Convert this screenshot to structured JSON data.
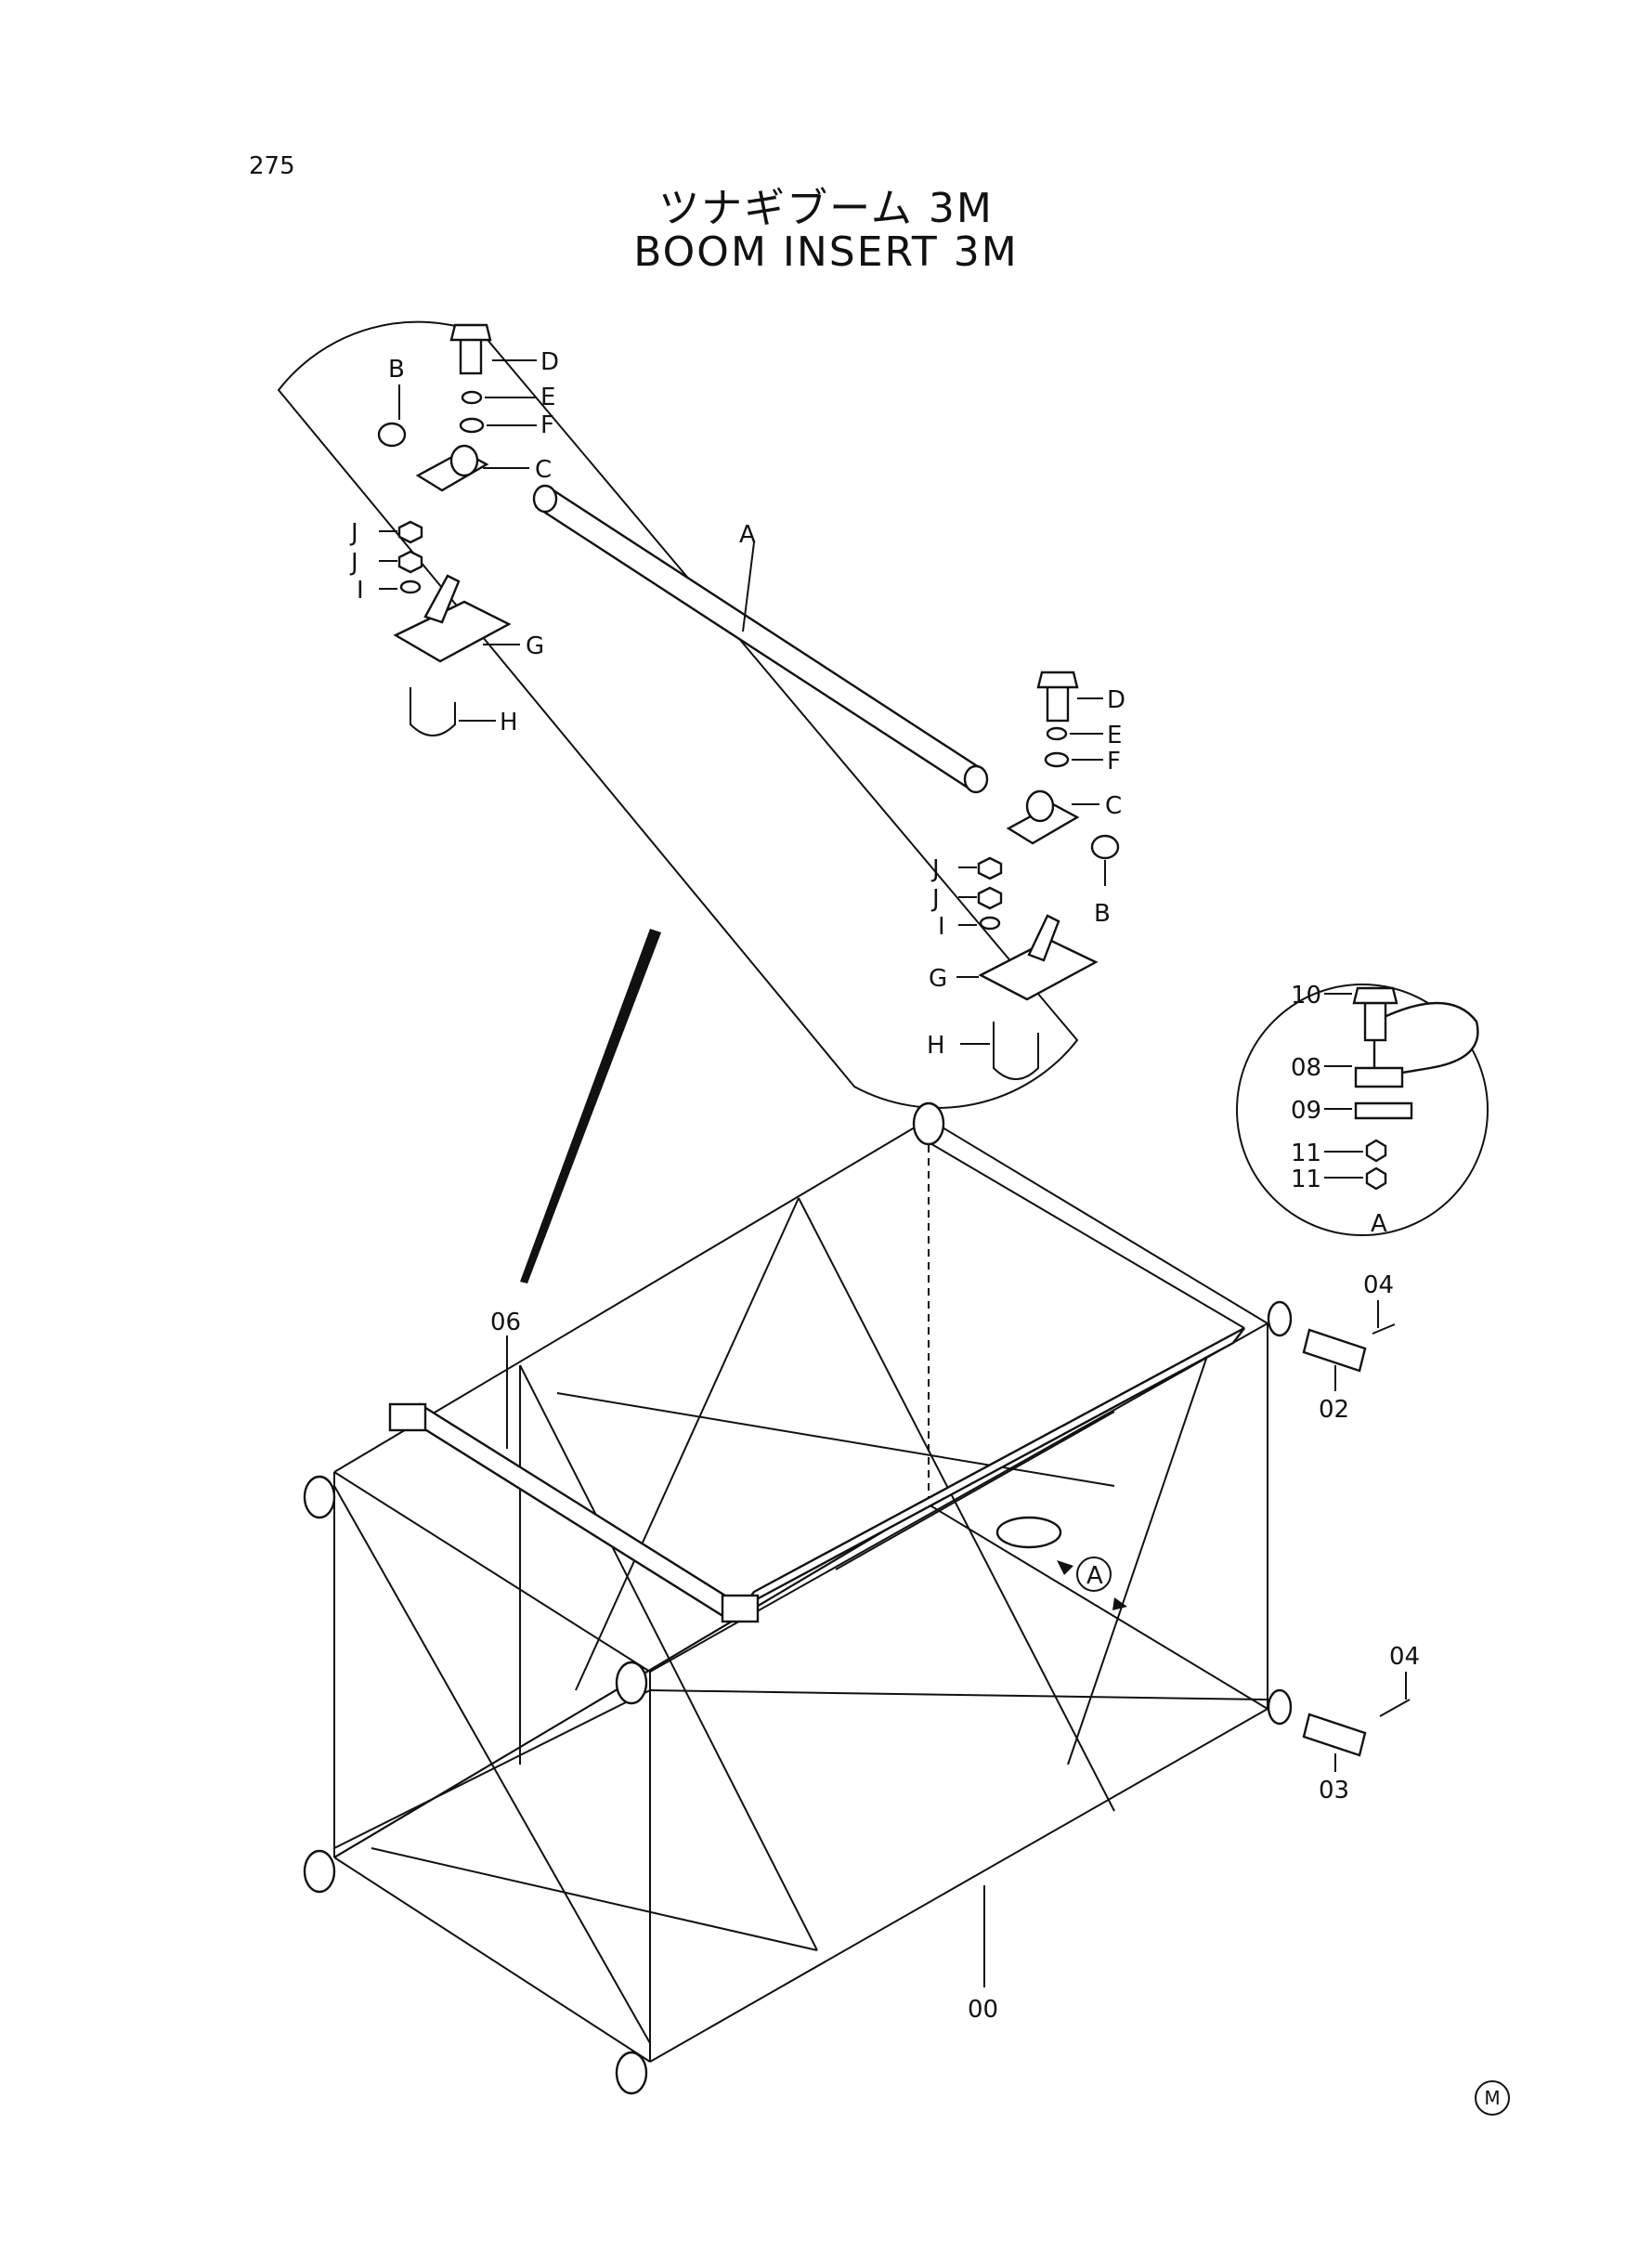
{
  "page_number": "275",
  "title_jp": "ツナギブーム 3M",
  "title_en": "BOOM INSERT 3M",
  "mark_symbol": "M",
  "detail_labels": {
    "A": "A",
    "B": "B",
    "C": "C",
    "D": "D",
    "E": "E",
    "F": "F",
    "G": "G",
    "H": "H",
    "I": "I",
    "J": "J"
  },
  "part_numbers": {
    "p00": "00",
    "p02": "02",
    "p03": "03",
    "p04": "04",
    "p06": "06",
    "p08": "08",
    "p09": "09",
    "p10": "10",
    "p11": "11"
  },
  "view_marker": "A"
}
